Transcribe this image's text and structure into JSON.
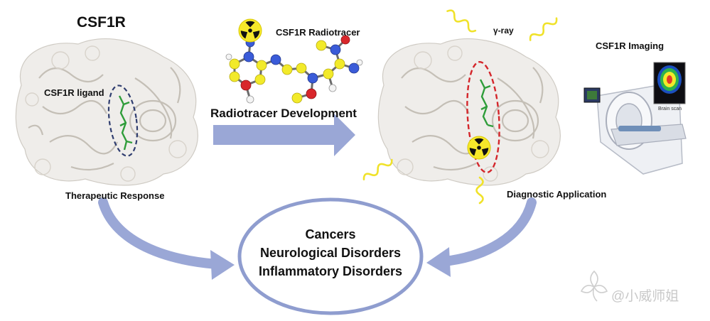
{
  "labels": {
    "protein_left": "CSF1R",
    "ligand": "CSF1R ligand",
    "radiotracer": "CSF1R Radiotracer",
    "development": "Radiotracer Development",
    "gamma": "γ-ray",
    "imaging": "CSF1R Imaging",
    "brain_scan": "Brain scan",
    "therapeutic": "Therapeutic Response",
    "diagnostic": "Diagnostic Application"
  },
  "outcomes": [
    "Cancers",
    "Neurological Disorders",
    "Inflammatory Disorders"
  ],
  "watermark": "@小威师姐",
  "colors": {
    "arrow": "#9aa7d6",
    "ellipse": "#8f9dcf",
    "ligand_outline": "#2f3d6f",
    "ligand_outline_right": "#d4262b",
    "molecule_carbon": "#f2ea2a",
    "gamma_wave": "#f0e22a",
    "radiation_symbol": "#f6e82a"
  }
}
